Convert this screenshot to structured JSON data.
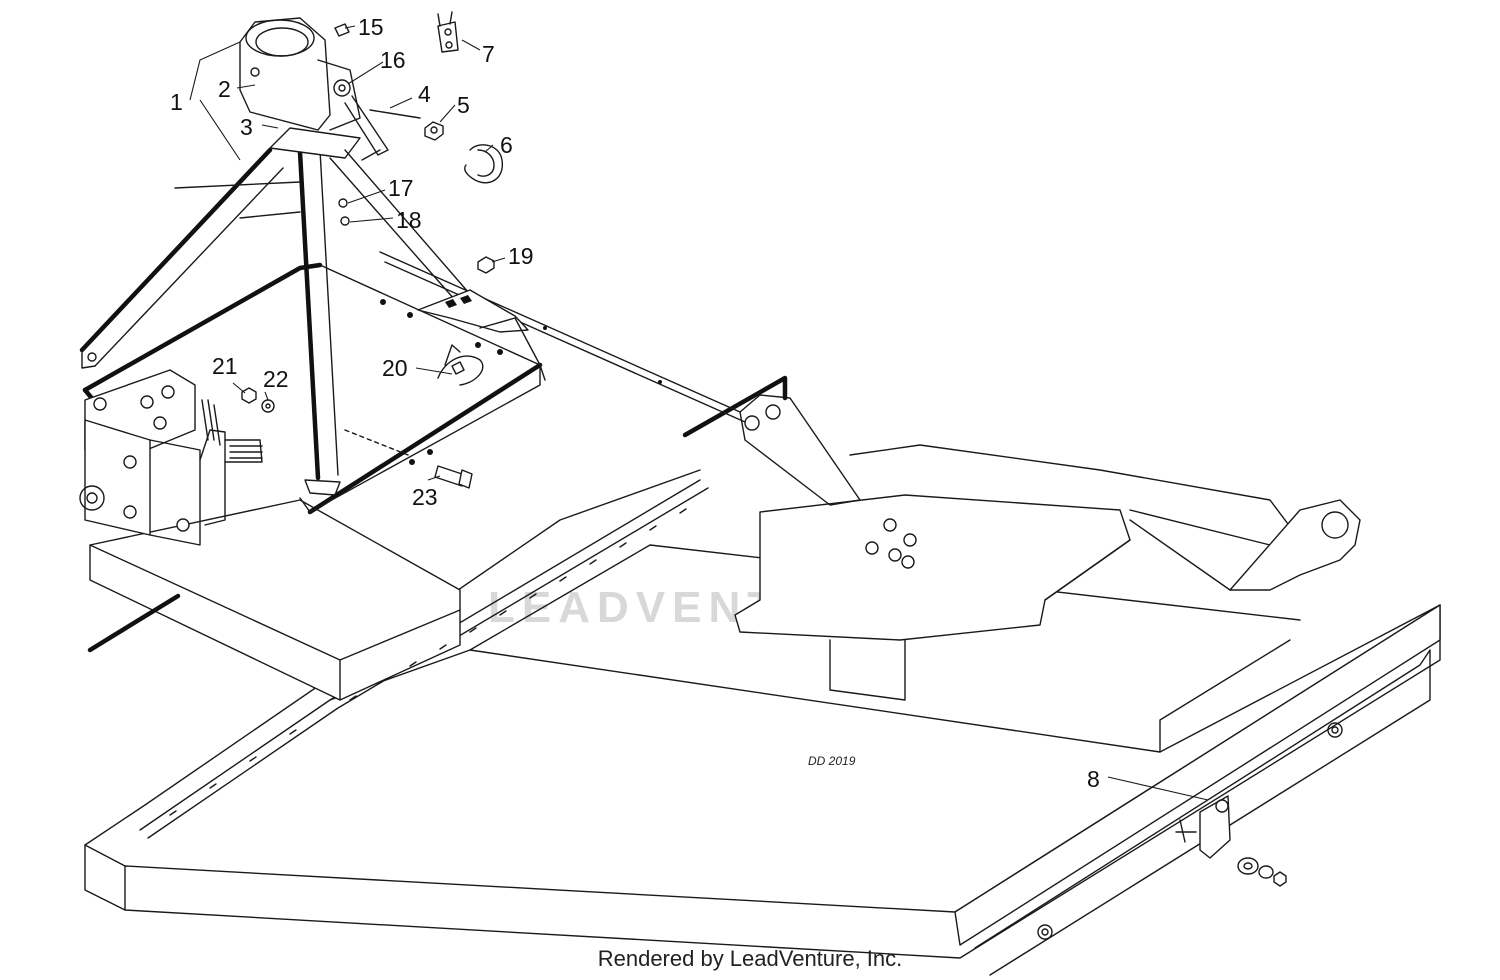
{
  "callouts": [
    {
      "id": "1",
      "label": "1"
    },
    {
      "id": "2",
      "label": "2"
    },
    {
      "id": "3",
      "label": "3"
    },
    {
      "id": "4",
      "label": "4"
    },
    {
      "id": "5",
      "label": "5"
    },
    {
      "id": "6",
      "label": "6"
    },
    {
      "id": "7",
      "label": "7"
    },
    {
      "id": "8",
      "label": "8"
    },
    {
      "id": "15",
      "label": "15"
    },
    {
      "id": "16",
      "label": "16"
    },
    {
      "id": "17",
      "label": "17"
    },
    {
      "id": "18",
      "label": "18"
    },
    {
      "id": "19",
      "label": "19"
    },
    {
      "id": "20",
      "label": "20"
    },
    {
      "id": "21",
      "label": "21"
    },
    {
      "id": "22",
      "label": "22"
    },
    {
      "id": "23",
      "label": "23"
    }
  ],
  "drawing_code": "DD 2019",
  "watermark": "LEADVENTURE",
  "credit": "Rendered by LeadVenture, Inc."
}
